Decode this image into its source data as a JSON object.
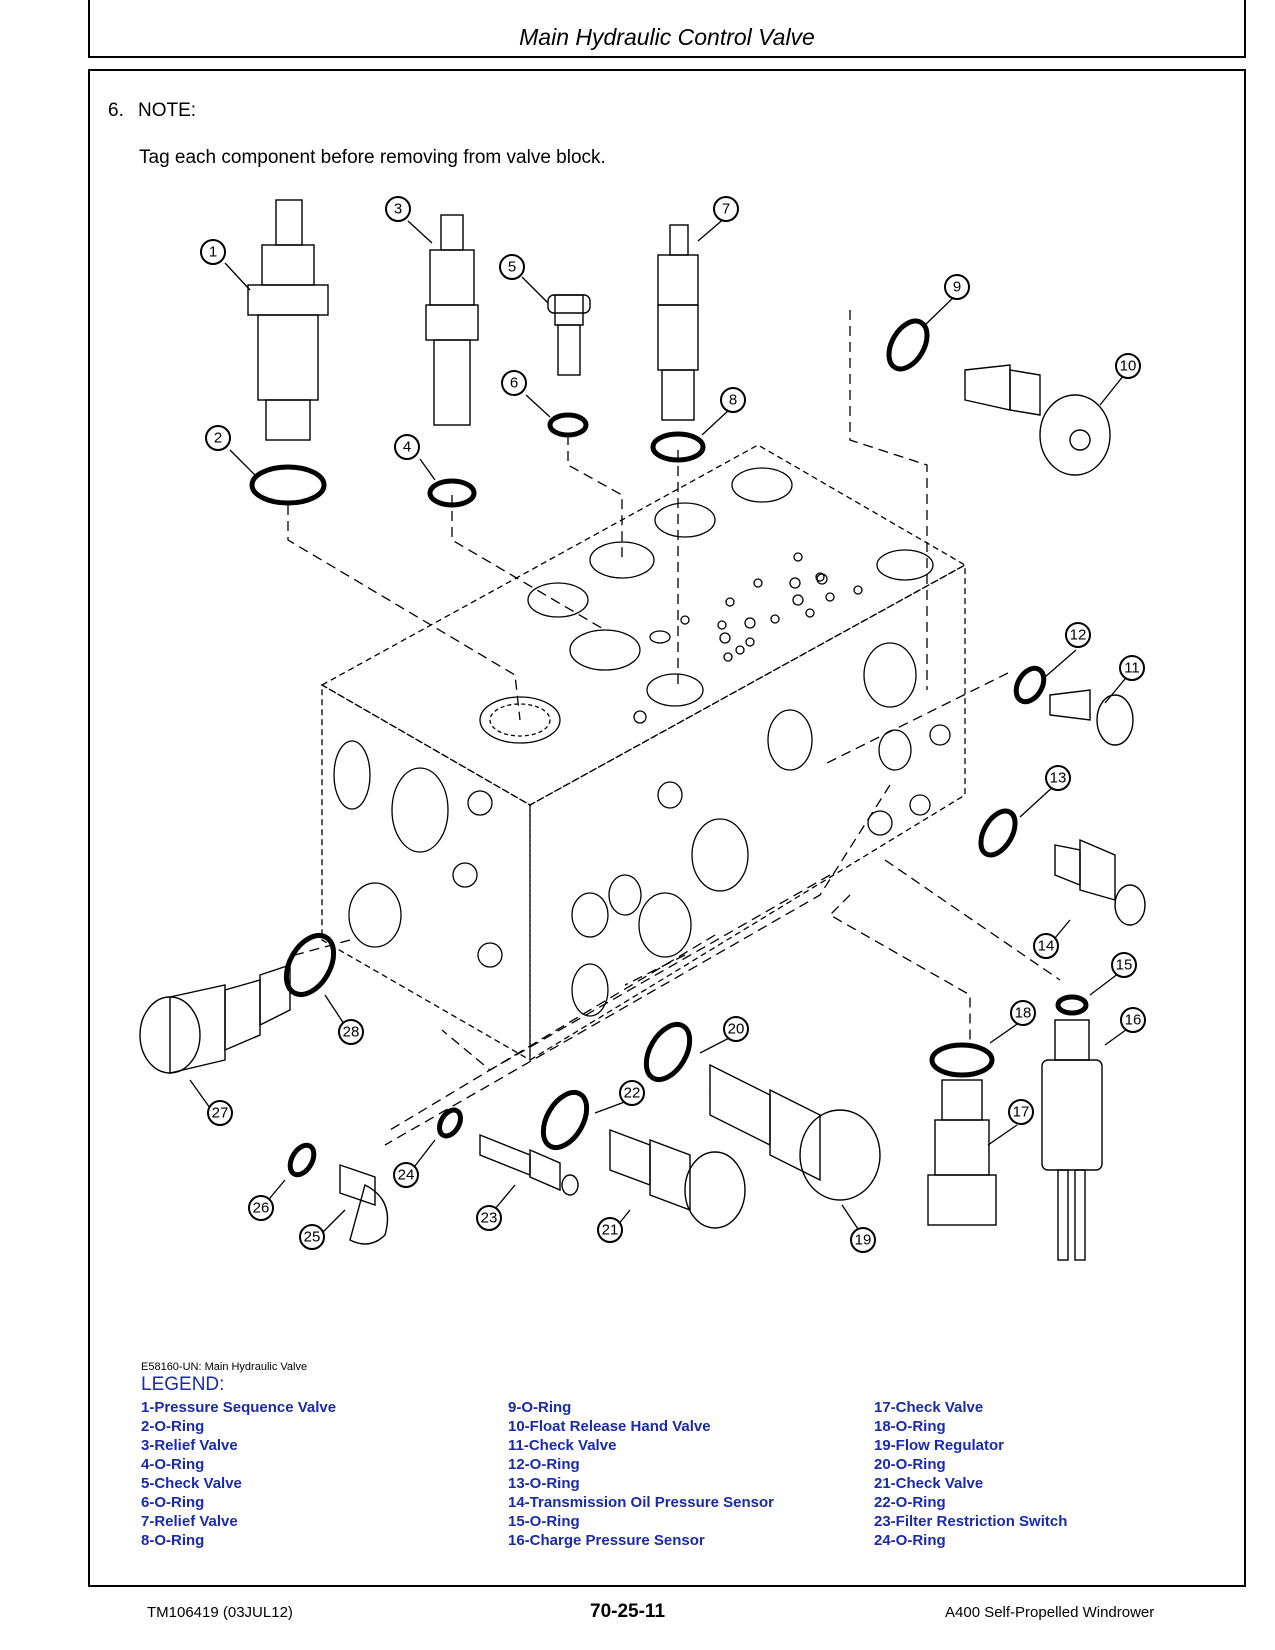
{
  "header": {
    "title": "Main Hydraulic Control Valve"
  },
  "step": {
    "number": "6.",
    "label": "NOTE:",
    "text": "Tag each component before removing from valve block."
  },
  "figure": {
    "caption": "E58160-UN: Main Hydraulic Valve",
    "callouts": [
      "1",
      "2",
      "3",
      "4",
      "5",
      "6",
      "7",
      "8",
      "9",
      "10",
      "11",
      "12",
      "13",
      "14",
      "15",
      "16",
      "17",
      "18",
      "19",
      "20",
      "21",
      "22",
      "23",
      "24",
      "25",
      "26",
      "27",
      "28"
    ]
  },
  "legend": {
    "title": "LEGEND:",
    "col1": [
      "1-Pressure Sequence Valve",
      "2-O-Ring",
      "3-Relief Valve",
      "4-O-Ring",
      "5-Check Valve",
      "6-O-Ring",
      "7-Relief Valve",
      "8-O-Ring"
    ],
    "col2": [
      "9-O-Ring",
      "10-Float Release Hand Valve",
      "11-Check Valve",
      "12-O-Ring",
      "13-O-Ring",
      "14-Transmission Oil Pressure Sensor",
      "15-O-Ring",
      "16-Charge Pressure Sensor"
    ],
    "col3": [
      "17-Check Valve",
      "18-O-Ring",
      "19-Flow Regulator",
      "20-O-Ring",
      "21-Check Valve",
      "22-O-Ring",
      "23-Filter Restriction Switch",
      "24-O-Ring"
    ]
  },
  "footer": {
    "left": "TM106419 (03JUL12)",
    "center": "70-25-11",
    "right": "A400 Self-Propelled Windrower"
  }
}
